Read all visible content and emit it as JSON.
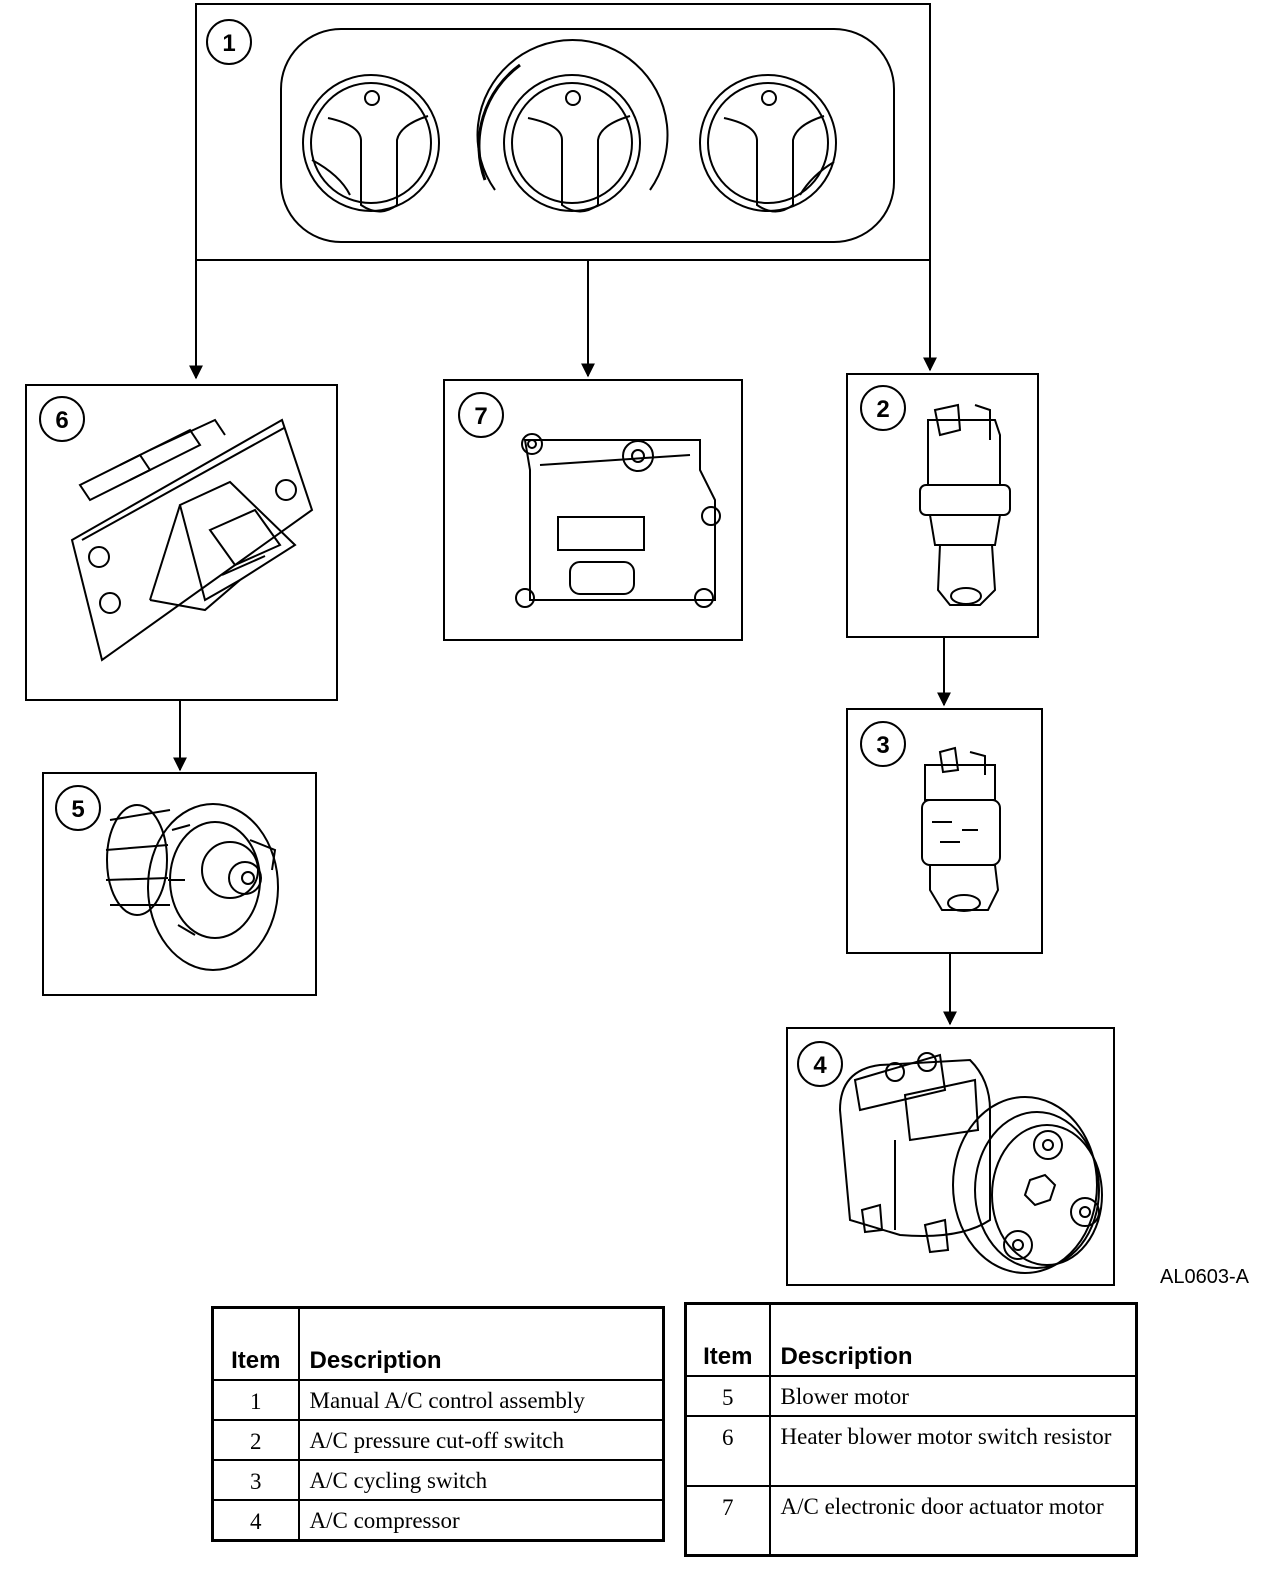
{
  "figure_id": "AL0603-A",
  "callouts": [
    "1",
    "2",
    "3",
    "4",
    "5",
    "6",
    "7"
  ],
  "legend_left": {
    "header_item": "Item",
    "header_desc": "Description",
    "rows": [
      {
        "item": "1",
        "desc": "Manual A/C control assembly"
      },
      {
        "item": "2",
        "desc": "A/C pressure cut-off switch"
      },
      {
        "item": "3",
        "desc": "A/C cycling switch"
      },
      {
        "item": "4",
        "desc": "A/C compressor"
      }
    ]
  },
  "legend_right": {
    "header_item": "Item",
    "header_desc": "Description",
    "rows": [
      {
        "item": "5",
        "desc": "Blower motor"
      },
      {
        "item": "6",
        "desc": "Heater blower motor switch resistor"
      },
      {
        "item": "7",
        "desc": "A/C electronic door actuator motor"
      }
    ]
  }
}
